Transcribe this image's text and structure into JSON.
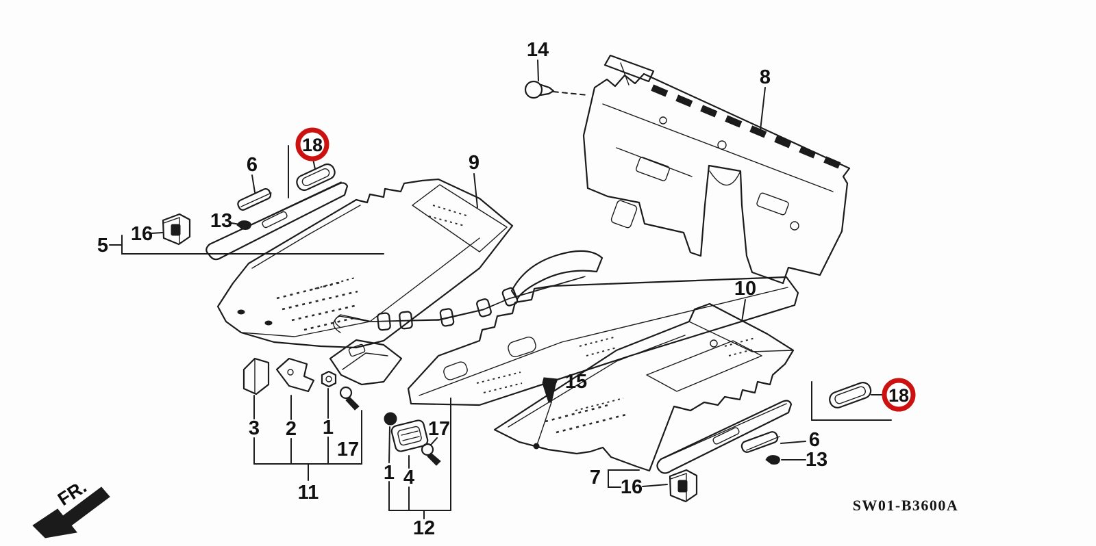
{
  "diagram": {
    "kind": "exploded-parts-diagram",
    "code": "SW01-B3600A",
    "direction_label": "FR.",
    "highlight_color": "#cc1111",
    "line_color": "#1b1b1b",
    "background_color": "#fdfdfd",
    "highlighted_part_number": "18",
    "labels": [
      {
        "text": "14",
        "circled": false
      },
      {
        "text": "8",
        "circled": false
      },
      {
        "text": "18",
        "circled": true
      },
      {
        "text": "6",
        "circled": false
      },
      {
        "text": "9",
        "circled": false
      },
      {
        "text": "13",
        "circled": false
      },
      {
        "text": "16",
        "circled": false
      },
      {
        "text": "5",
        "circled": false
      },
      {
        "text": "10",
        "circled": false
      },
      {
        "text": "15",
        "circled": false
      },
      {
        "text": "18",
        "circled": true
      },
      {
        "text": "3",
        "circled": false
      },
      {
        "text": "2",
        "circled": false
      },
      {
        "text": "1",
        "circled": false
      },
      {
        "text": "17",
        "circled": false
      },
      {
        "text": "11",
        "circled": false
      },
      {
        "text": "1",
        "circled": false
      },
      {
        "text": "4",
        "circled": false
      },
      {
        "text": "17",
        "circled": false
      },
      {
        "text": "12",
        "circled": false
      },
      {
        "text": "7",
        "circled": false
      },
      {
        "text": "16",
        "circled": false
      },
      {
        "text": "6",
        "circled": false
      },
      {
        "text": "13",
        "circled": false
      }
    ]
  }
}
